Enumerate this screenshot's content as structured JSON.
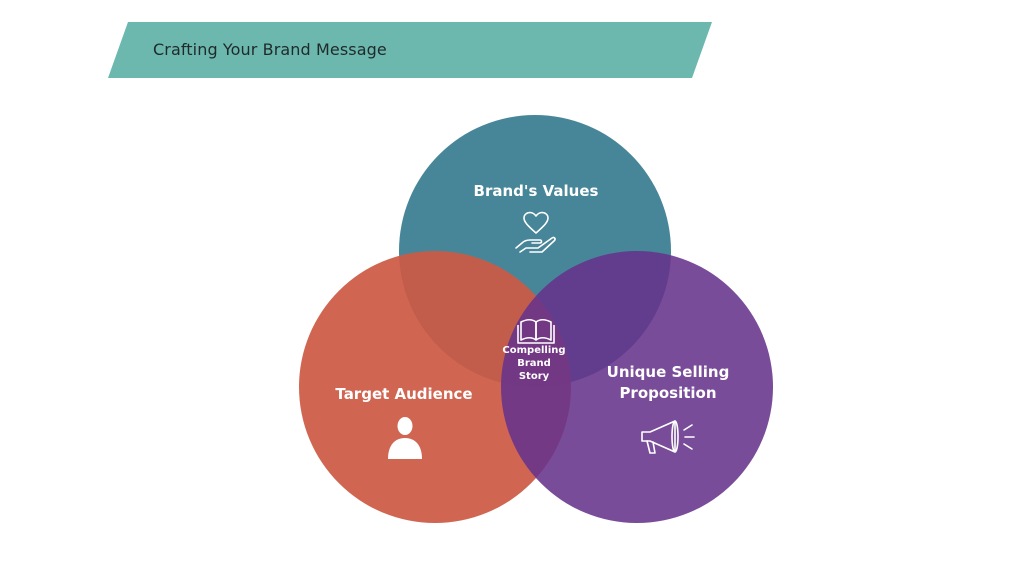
{
  "banner": {
    "title": "Crafting Your Brand Message",
    "color": "#6cb8ae"
  },
  "venn": {
    "circles": [
      {
        "name": "Brand's Values",
        "color": "#3f8194",
        "icon": "heart-hand-icon"
      },
      {
        "name": "Target Audience",
        "color": "#cc5a45",
        "icon": "person-icon"
      },
      {
        "name": "Unique Selling Proposition",
        "color": "#66338c",
        "icon": "megaphone-icon"
      }
    ],
    "center": {
      "line1": "Compelling",
      "line2": "Brand",
      "line3": "Story",
      "icon": "open-book-icon"
    },
    "usp_line1": "Unique Selling",
    "usp_line2": "Proposition"
  }
}
